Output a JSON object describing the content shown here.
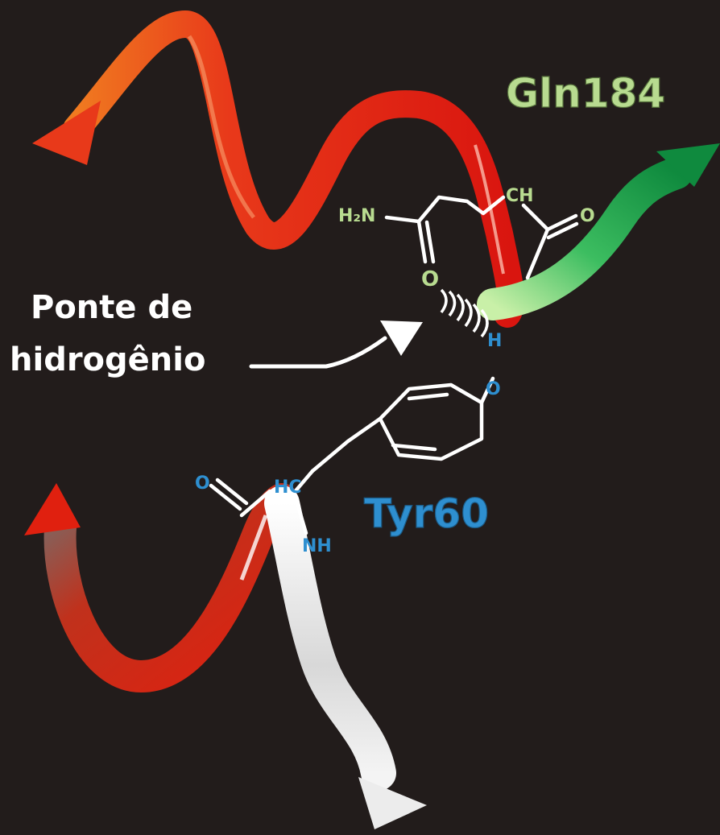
{
  "figure": {
    "background_color": "#221c1b",
    "residues": {
      "gln": {
        "label": "Gln184",
        "color": "#b8db90"
      },
      "tyr": {
        "label": "Tyr60",
        "color": "#2e8fd0"
      }
    },
    "hydrogen_bond_caption": {
      "line1": "Ponte de",
      "line2": "hidrogênio"
    },
    "gln_atoms": {
      "amide_n": "H₂N",
      "alpha_c": "CH",
      "backbone_o": "O",
      "sidechain_o": "O"
    },
    "tyr_atoms": {
      "hydroxyl_h": "H",
      "hydroxyl_o": "O",
      "alpha_c": "HC",
      "backbone_n": "NH",
      "backbone_o": "O"
    },
    "ribbon_colors": {
      "red_helix": "#e02515",
      "green_strand": "#17a050",
      "white_strand": "#e8e8e8"
    }
  }
}
